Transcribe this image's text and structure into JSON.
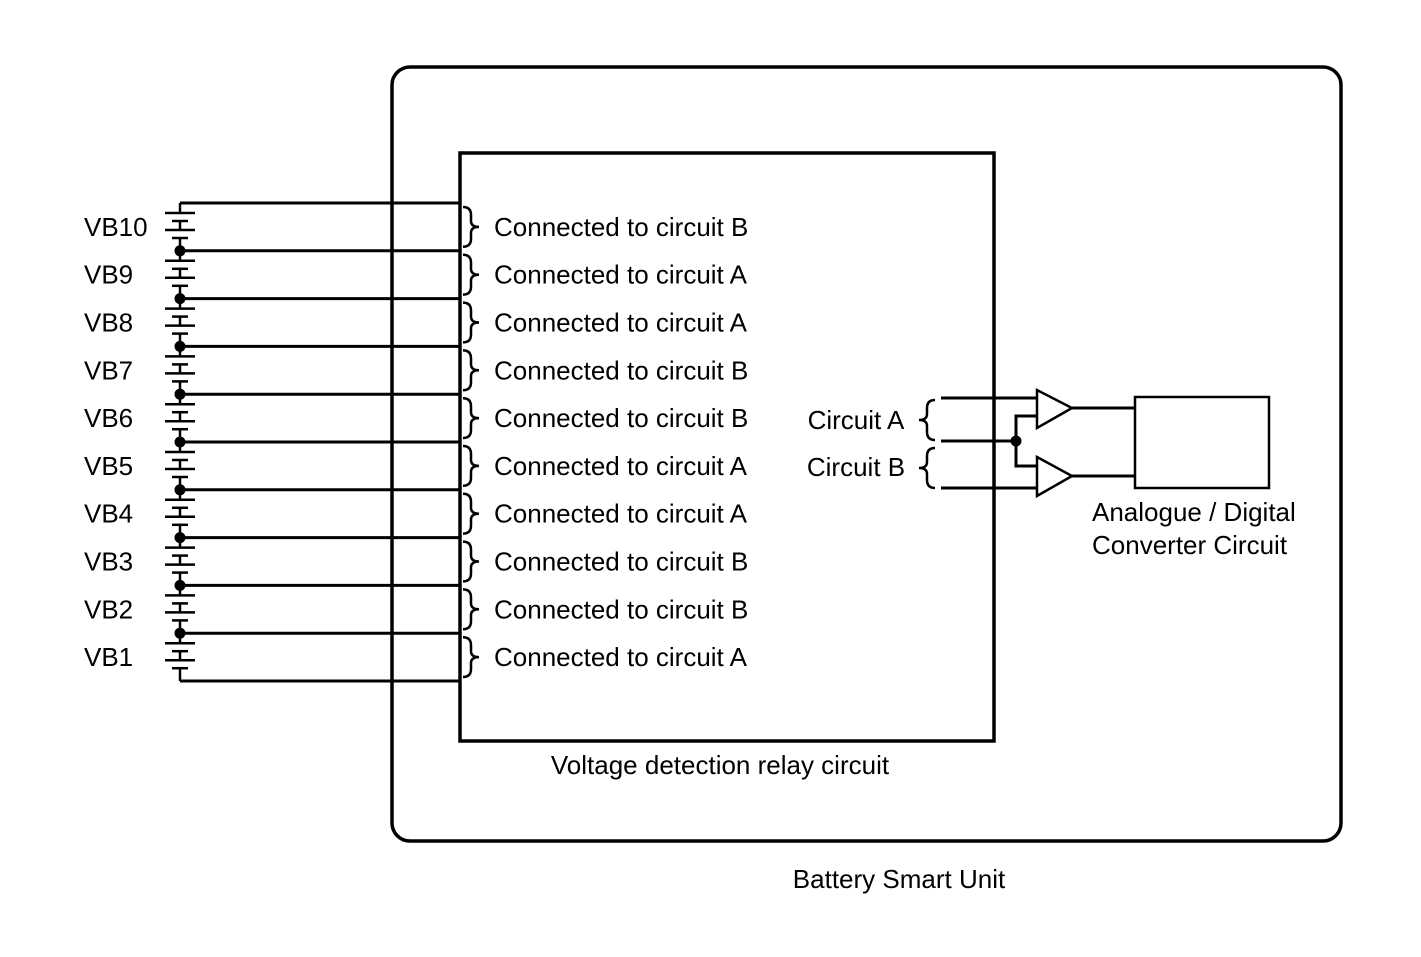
{
  "cells": [
    {
      "label": "VB10",
      "connection": "Connected to circuit B"
    },
    {
      "label": "VB9",
      "connection": "Connected to circuit A"
    },
    {
      "label": "VB8",
      "connection": "Connected to circuit A"
    },
    {
      "label": "VB7",
      "connection": "Connected to circuit B"
    },
    {
      "label": "VB6",
      "connection": "Connected to circuit B"
    },
    {
      "label": "VB5",
      "connection": "Connected to circuit A"
    },
    {
      "label": "VB4",
      "connection": "Connected to circuit A"
    },
    {
      "label": "VB3",
      "connection": "Connected to circuit B"
    },
    {
      "label": "VB2",
      "connection": "Connected to circuit B"
    },
    {
      "label": "VB1",
      "connection": "Connected to circuit A"
    }
  ],
  "relay_label": "Voltage detection relay circuit",
  "unit_label": "Battery Smart Unit",
  "circuit_a_label": "Circuit A",
  "circuit_b_label": "Circuit B",
  "adc_label_line1": "Analogue / Digital",
  "adc_label_line2": "Converter Circuit"
}
